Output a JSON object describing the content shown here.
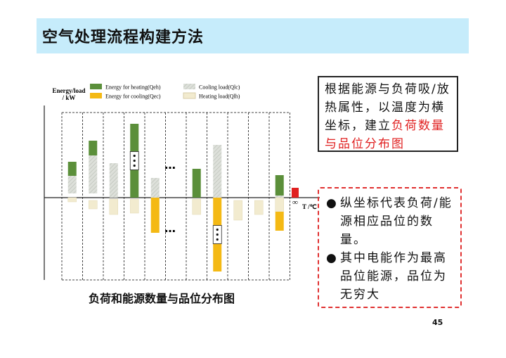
{
  "slide": {
    "title": "空气处理流程构建方法",
    "caption": "负荷和能源数量与品位分布图",
    "page_number": "45"
  },
  "box1": {
    "text_plain": "根据能源与负荷吸/放热属性，以温度为横坐标，建立",
    "text_red": "负荷数量与品位分布图"
  },
  "box2": {
    "bullet1": "纵坐标代表负荷/能源相应品位的数量。",
    "bullet2": "其中电能作为最高品位能源，品位为无穷大"
  },
  "chart_data": {
    "type": "bar",
    "ylabel": "Energy/load / kW",
    "xlabel": "T /℃",
    "x_end_label": "∞",
    "ellipsis": "…",
    "legend": [
      {
        "name": "Energy for heating(Qeh)",
        "color": "#5b8f3a",
        "pattern": "solid"
      },
      {
        "name": "Cooling load(Qlc)",
        "color": "#d4d8d0",
        "pattern": "hatch"
      },
      {
        "name": "Energy for cooling(Qec)",
        "color": "#f4b914",
        "pattern": "solid"
      },
      {
        "name": "Heating load(Qlh)",
        "color": "#f2ebcf",
        "pattern": "solid"
      }
    ],
    "columns": [
      {
        "stack": [
          {
            "s": "eh",
            "from": 31,
            "to": 51
          },
          {
            "s": "lc",
            "from": 6,
            "to": 31
          },
          {
            "s": "lh",
            "from": -6,
            "to": 0
          }
        ]
      },
      {
        "stack": [
          {
            "s": "eh",
            "from": 60,
            "to": 81
          },
          {
            "s": "lc",
            "from": 6,
            "to": 60
          },
          {
            "s": "lh",
            "from": -16,
            "to": -4
          }
        ]
      },
      {
        "stack": [
          {
            "s": "lc",
            "from": 0,
            "to": 49
          },
          {
            "s": "lh",
            "from": -24,
            "to": -2
          }
        ]
      },
      {
        "stack": [
          {
            "s": "eh",
            "from": 0,
            "to": 105
          },
          {
            "s": "lh",
            "from": -22,
            "to": -2
          }
        ],
        "gap": true
      },
      {
        "stack": [
          {
            "s": "lc",
            "from": 0,
            "to": 28
          },
          {
            "s": "ec",
            "from": -50,
            "to": 0
          }
        ]
      },
      {
        "empty": true
      },
      {
        "stack": [
          {
            "s": "eh",
            "from": 0,
            "to": 41
          },
          {
            "s": "lh",
            "from": -24,
            "to": -2
          }
        ]
      },
      {
        "stack": [
          {
            "s": "lc",
            "from": 0,
            "to": 75
          },
          {
            "s": "ec",
            "from": -105,
            "to": 0
          }
        ],
        "gap": true
      },
      {
        "stack": [
          {
            "s": "lh",
            "from": -32,
            "to": -4
          }
        ]
      },
      {
        "stack": [
          {
            "s": "lh",
            "from": -24,
            "to": -4
          }
        ]
      },
      {
        "stack": [
          {
            "s": "eh",
            "from": 3,
            "to": 32
          },
          {
            "s": "lc",
            "from": 0,
            "to": 3
          },
          {
            "s": "lh",
            "from": -20,
            "to": 0
          },
          {
            "s": "ec",
            "from": -47,
            "to": -20
          }
        ]
      }
    ],
    "electricity": {
      "value": 14,
      "color": "#e02020"
    },
    "ylim": [
      -110,
      110
    ],
    "grid": "dashed column separators"
  }
}
